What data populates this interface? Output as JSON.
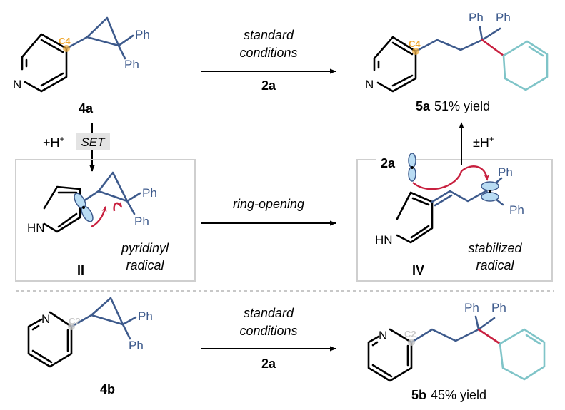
{
  "colors": {
    "bond": "#000000",
    "blue": "#3d5a8c",
    "orange": "#f0a830",
    "red": "#c8203f",
    "teal": "#7fc4c8",
    "lightblue": "#b9dcf3",
    "box": "#cfcfcf",
    "grey": "#c8c8c8",
    "setbg": "#e3e3e3"
  },
  "top": {
    "substrate_label": "4a",
    "c4": "C4",
    "ph1": "Ph",
    "ph2": "Ph",
    "n": "N",
    "arrow_top": "standard",
    "arrow_mid": "conditions",
    "arrow_bottom": "2a",
    "product_ph1": "Ph",
    "product_ph2": "Ph",
    "product_c4": "C4",
    "product_n": "N",
    "product_label": "5a",
    "product_yield": "51% yield"
  },
  "mech": {
    "protonation": "+H",
    "protonation_sup": "+",
    "set": "SET",
    "radical_label": "II",
    "radical_name_1": "pyridinyl",
    "radical_name_2": "radical",
    "hn_left": "HN",
    "ph_left_1": "Ph",
    "ph_left_2": "Ph",
    "ring_opening": "ring-opening",
    "stab_label": "IV",
    "stab_name_1": "stabilized",
    "stab_name_2": "radical",
    "hn_right": "HN",
    "ph_right_1": "Ph",
    "ph_right_2": "Ph",
    "reagent": "2a",
    "pm_h": "±H",
    "pm_sup": "+"
  },
  "bottom": {
    "substrate_label": "4b",
    "c2": "C2",
    "n": "N",
    "ph1": "Ph",
    "ph2": "Ph",
    "arrow_top": "standard",
    "arrow_mid": "conditions",
    "arrow_bottom": "2a",
    "product_ph1": "Ph",
    "product_ph2": "Ph",
    "product_c2": "C2",
    "product_n": "N",
    "product_label": "5b",
    "product_yield": "45% yield"
  }
}
